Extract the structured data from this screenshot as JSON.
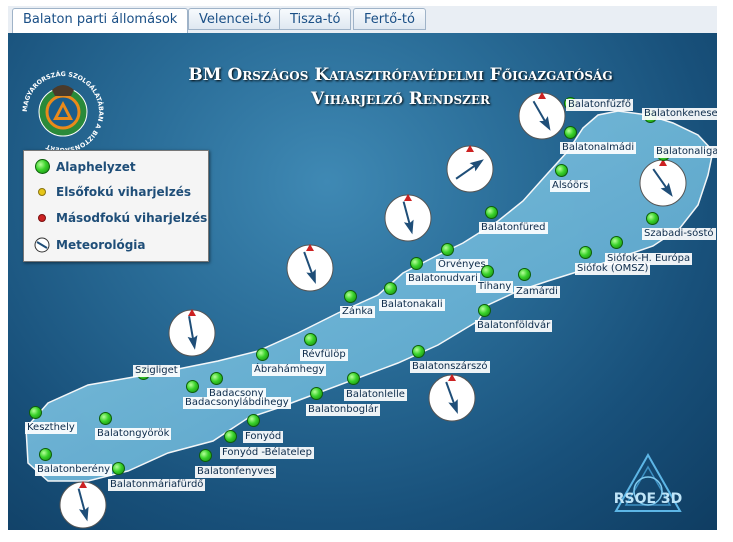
{
  "tabs": [
    {
      "label": "Balaton parti állomások",
      "active": true
    },
    {
      "label": "Velencei-tó",
      "active": false
    },
    {
      "label": "Tisza-tó",
      "active": false
    },
    {
      "label": "Fertő-tó",
      "active": false
    }
  ],
  "header": {
    "title_line1": "BM Országos Katasztrófavédelmi Főigazgatóság",
    "title_line2": "Viharjelző Rendszer"
  },
  "logo_left": {
    "ring_text": "MAGYARORSZÁG SZOLGÁLATÁBAN A BIZTONSÁGÉRT"
  },
  "logo_right": {
    "text": "RSOE 3D"
  },
  "legend": {
    "items": [
      {
        "label": "Alaphelyzet",
        "icon": "green-dot-icon",
        "color": "#33cc22"
      },
      {
        "label": "Elsőfokú viharjelzés",
        "icon": "yellow-dot-icon",
        "color": "#e6c619"
      },
      {
        "label": "Másodfokú viharjelzés",
        "icon": "red-dot-icon",
        "color": "#cc2222"
      },
      {
        "label": "Meteorológia",
        "icon": "compass-icon",
        "color": "#1f4e78"
      }
    ]
  },
  "stations": [
    {
      "name": "Balatonfűzfő"
    },
    {
      "name": "Balatonkenese"
    },
    {
      "name": "Balatonalmádi"
    },
    {
      "name": "Balatonaliga"
    },
    {
      "name": "Alsóörs"
    },
    {
      "name": "Szabadi-sóstó"
    },
    {
      "name": "Balatonfüred"
    },
    {
      "name": "Siófok-H. Európa"
    },
    {
      "name": "Siófok (OMSZ)"
    },
    {
      "name": "Örvényes"
    },
    {
      "name": "Balatonudvari"
    },
    {
      "name": "Tihany"
    },
    {
      "name": "Zamárdi"
    },
    {
      "name": "Balatonakali"
    },
    {
      "name": "Zánka"
    },
    {
      "name": "Balatonföldvár"
    },
    {
      "name": "Révfülöp"
    },
    {
      "name": "Ábrahámhegy"
    },
    {
      "name": "Balatonszárszó"
    },
    {
      "name": "Szigliget"
    },
    {
      "name": "Badacsony"
    },
    {
      "name": "Badacsonylábdihegy"
    },
    {
      "name": "Balatonlelle"
    },
    {
      "name": "Balatonboglár"
    },
    {
      "name": "Keszthely"
    },
    {
      "name": "Balatongyörök"
    },
    {
      "name": "Fonyód"
    },
    {
      "name": "Fonyód -Bélatelep"
    },
    {
      "name": "Balatonberény"
    },
    {
      "name": "Balatonmáriafürdő"
    },
    {
      "name": "Balatonfenyves"
    }
  ],
  "colors": {
    "water": "#6fb6d8",
    "station_green": "#33cc22",
    "wind_arrow": "#1f4e78",
    "wind_marker": "#cc2222"
  }
}
